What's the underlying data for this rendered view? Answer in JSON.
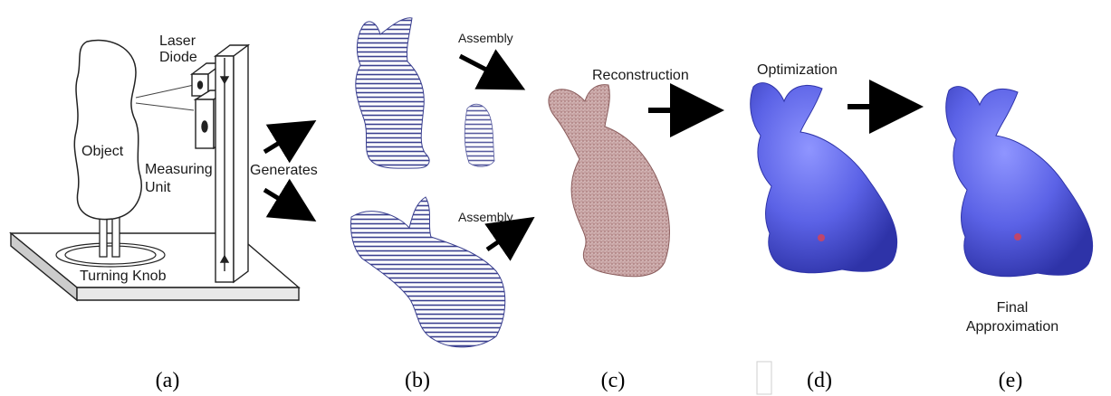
{
  "panel_a": {
    "laser_line1": "Laser",
    "laser_line2": "Diode",
    "object": "Object",
    "measuring_line1": "Measuring",
    "measuring_line2": "Unit",
    "generates": "Generates",
    "turning_knob": "Turning Knob"
  },
  "panel_b": {
    "assembly_top": "Assembly",
    "assembly_bottom": "Assembly"
  },
  "panel_c": {
    "reconstruction": "Reconstruction"
  },
  "panel_d": {
    "optimization": "Optimization"
  },
  "panel_e": {
    "final_line1": "Final",
    "final_line2": "Approximation"
  },
  "captions": [
    "(a)",
    "(b)",
    "(c)",
    "(d)",
    "(e)"
  ],
  "colors": {
    "scan_blue": "#3a3f8f",
    "mesh_pink": "#c9a4a4",
    "bunny_blue": "#5b62e6",
    "arrow": "#000000"
  }
}
